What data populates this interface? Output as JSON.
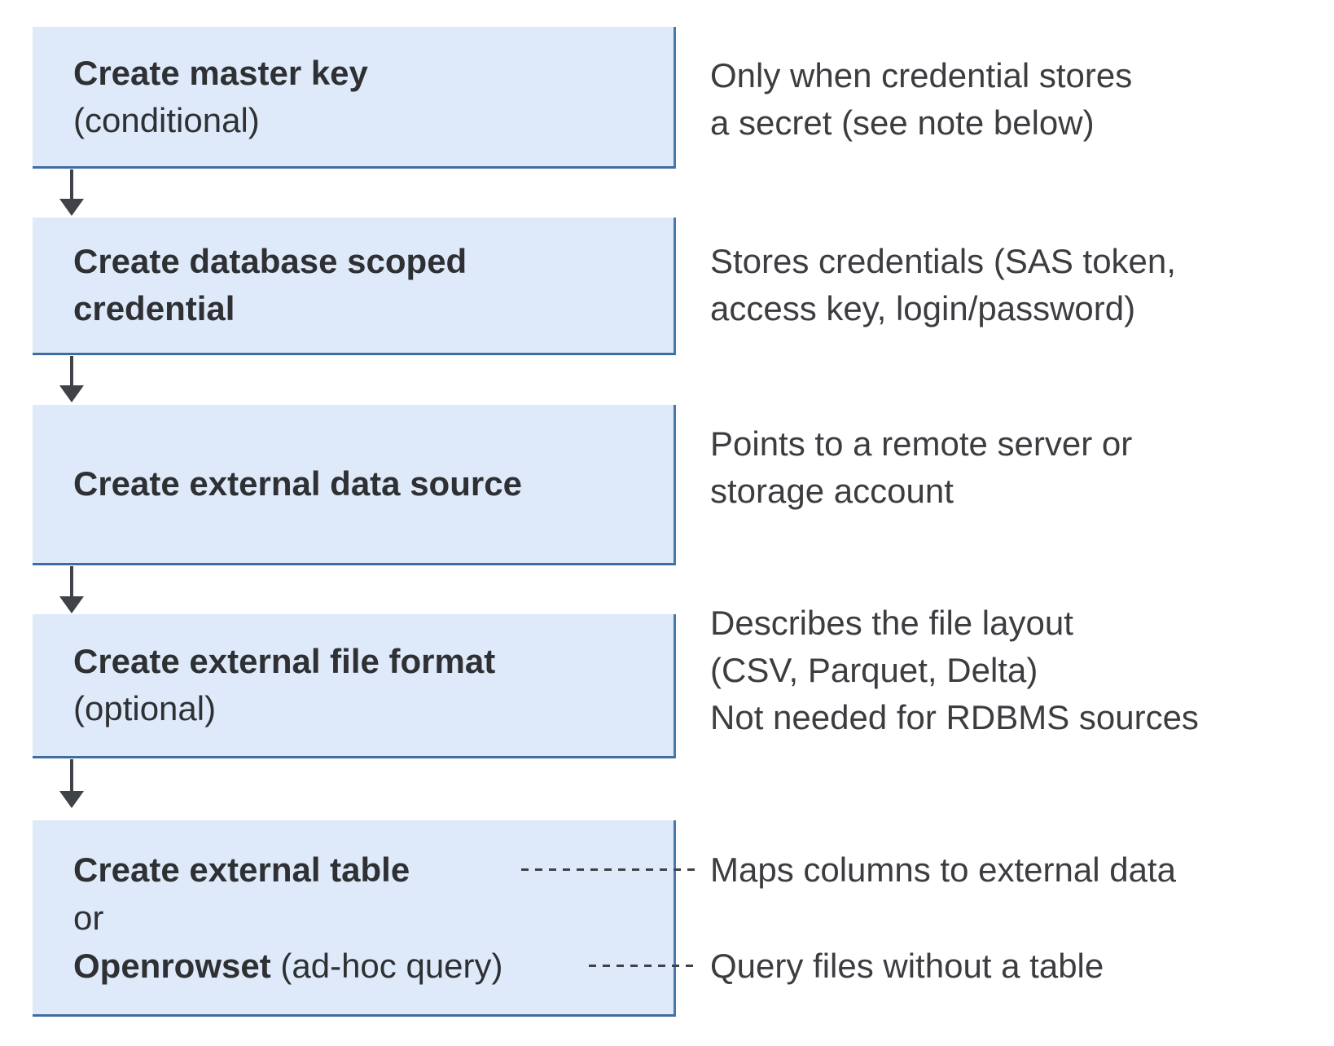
{
  "colors": {
    "box_fill": "#deeafa",
    "box_border_right": "#4878ab",
    "box_border_bottom": "#3e6d9f",
    "box_text": "#2e3033",
    "note_text": "#3b3d40",
    "connector": "#3f4347",
    "background": "#ffffff"
  },
  "flow": {
    "steps": [
      {
        "title": "Create master key",
        "subtitle": "(conditional)",
        "note": "Only when credential stores\na secret (see note below)"
      },
      {
        "title": "Create database scoped\ncredential",
        "note": "Stores credentials (SAS token,\naccess key, login/password)"
      },
      {
        "title": "Create external data source",
        "note": "Points to a remote server or\nstorage account"
      },
      {
        "title": "Create external file format",
        "subtitle": "(optional)",
        "note": "Describes the file layout\n(CSV, Parquet, Delta)\nNot needed for RDBMS sources"
      },
      {
        "title": "Create external table",
        "or_label": "or",
        "alt_title": "Openrowset",
        "alt_suffix": " (ad-hoc query)",
        "note_table": "Maps columns to external data",
        "note_openrowset": "Query files without a table"
      }
    ]
  }
}
